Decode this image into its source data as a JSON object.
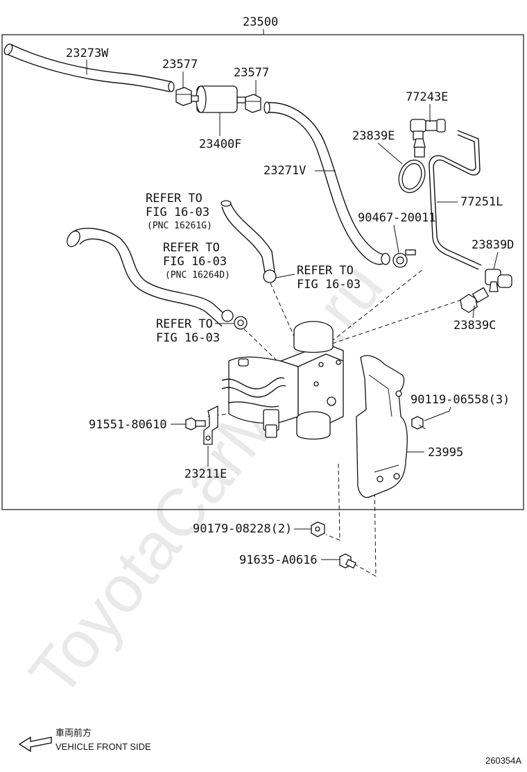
{
  "watermark": "ToyotaCarMine.ru",
  "assembly_number": "23500",
  "parts": {
    "p23273W": "23273W",
    "p23577a": "23577",
    "p23577b": "23577",
    "p23400F": "23400F",
    "p23271V": "23271V",
    "p77243E": "77243E",
    "p23839E": "23839E",
    "p77251L": "77251L",
    "p90467": "90467-20011",
    "p23839D": "23839D",
    "p23839C": "23839C",
    "p90119": "90119-06558(3)",
    "p23995": "23995",
    "p91551": "91551-80610",
    "p23211E": "23211E",
    "p90179": "90179-08228(2)",
    "p91635": "91635-A0616"
  },
  "refs": {
    "r1": [
      "REFER TO",
      "FIG 16-03",
      "(PNC 16261G)"
    ],
    "r2": [
      "REFER TO",
      "FIG 16-03",
      "(PNC 16264D)"
    ],
    "r3": [
      "REFER TO",
      "FIG 16-03"
    ],
    "r4": [
      "REFER TO",
      "FIG 16-03"
    ]
  },
  "front": {
    "jp": "車両前方",
    "en": "VEHICLE FRONT SIDE"
  },
  "figure_code": "260354A"
}
